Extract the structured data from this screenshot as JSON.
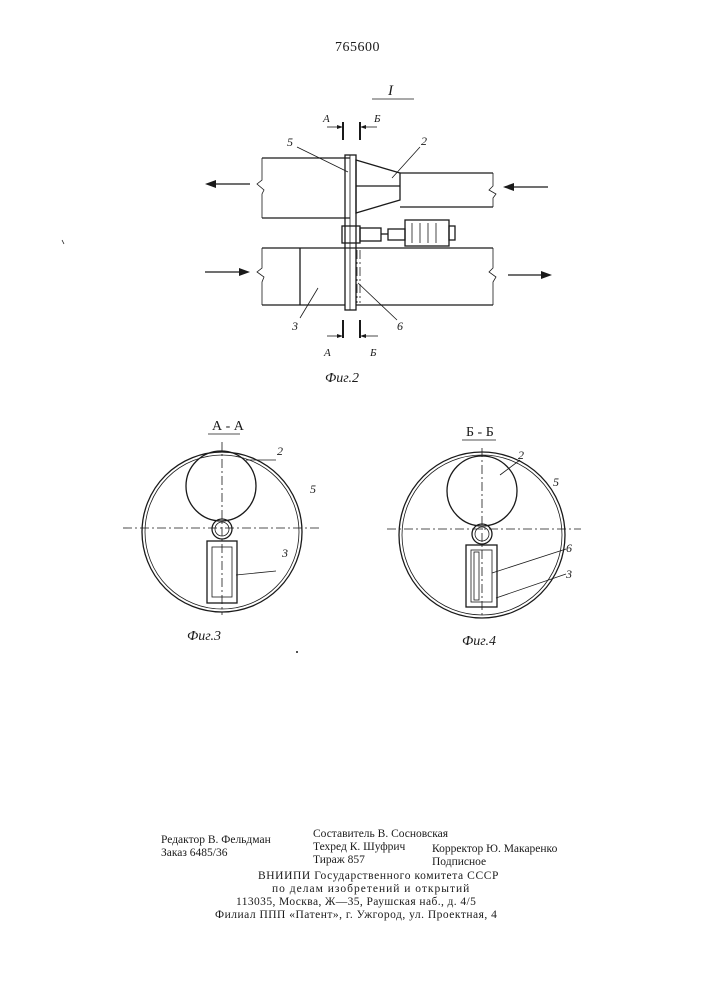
{
  "document": {
    "patent_number": "765600"
  },
  "figures": {
    "fig2": {
      "view_label": "I",
      "caption": "Фиг.2",
      "section_a": "А",
      "section_b": "Б",
      "labels": {
        "n5": "5",
        "n2": "2",
        "n3": "3",
        "n6": "6"
      }
    },
    "fig3": {
      "title": "А - А",
      "caption": "Фиг.3",
      "labels": {
        "n2": "2",
        "n5": "5",
        "n3": "3"
      }
    },
    "fig4": {
      "title": "Б - Б",
      "caption": "Фиг.4",
      "labels": {
        "n2": "2",
        "n5": "5",
        "n6": "6",
        "n3": "3"
      }
    }
  },
  "footer": {
    "editor": "Редактор В. Фельдман",
    "order": "Заказ 6485/36",
    "compiler": "Составитель В. Сосновская",
    "tech_editor": "Техред К. Шуфрич",
    "circulation": "Тираж 857",
    "corrector": "Корректор Ю. Макаренко",
    "subscription": "Подписное",
    "org_line1": "ВНИИПИ Государственного комитета СССР",
    "org_line2": "по делам изобретений и открытий",
    "org_address": "113035, Москва, Ж—35, Раушская наб., д. 4/5",
    "branch": "Филиал ППП «Патент», г. Ужгород, ул. Проектная, 4"
  }
}
